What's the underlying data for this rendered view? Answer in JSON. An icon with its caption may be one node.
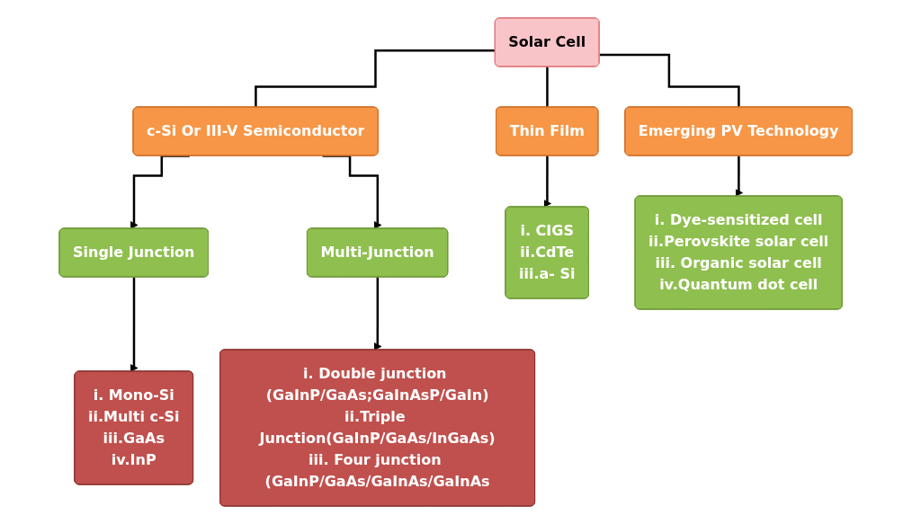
{
  "diagram": {
    "nodes": [
      {
        "text": [
          "Solar Cell"
        ]
      },
      {
        "text": [
          "c-Si Or III-V Semiconductor"
        ]
      },
      {
        "text": [
          "Thin Film"
        ]
      },
      {
        "text": [
          "Emerging PV Technology"
        ]
      },
      {
        "text": [
          "Single Junction"
        ]
      },
      {
        "text": [
          "Multi-Junction"
        ]
      },
      {
        "text": [
          "i. CIGS",
          "ii.CdTe",
          "iii.a- Si"
        ]
      },
      {
        "text": [
          "i. Dye-sensitized cell",
          "ii.Perovskite solar cell",
          "iii. Organic solar cell",
          "iv.Quantum dot cell"
        ]
      },
      {
        "text": [
          "i. Mono-Si",
          "ii.Multi c-Si",
          "iii.GaAs",
          "iv.InP"
        ]
      },
      {
        "text": [
          "i. Double junction (GaInP/GaAs;GaInAsP/GaIn)",
          "ii.Triple Junction(GaInP/GaAs/InGaAs)",
          "iii. Four junction (GaInP/GaAs/GaInAs/GaInAs"
        ]
      }
    ],
    "edges": [
      {
        "from": 0,
        "to": 1,
        "arrow": "none"
      },
      {
        "from": 0,
        "to": 2,
        "arrow": "none"
      },
      {
        "from": 0,
        "to": 3,
        "arrow": "none"
      },
      {
        "from": 1,
        "to": 4,
        "arrow": "to"
      },
      {
        "from": 1,
        "to": 5,
        "arrow": "to"
      },
      {
        "from": 2,
        "to": 6,
        "arrow": "to"
      },
      {
        "from": 3,
        "to": 7,
        "arrow": "to"
      },
      {
        "from": 4,
        "to": 8,
        "arrow": "to"
      },
      {
        "from": 5,
        "to": 9,
        "arrow": "to"
      }
    ]
  }
}
